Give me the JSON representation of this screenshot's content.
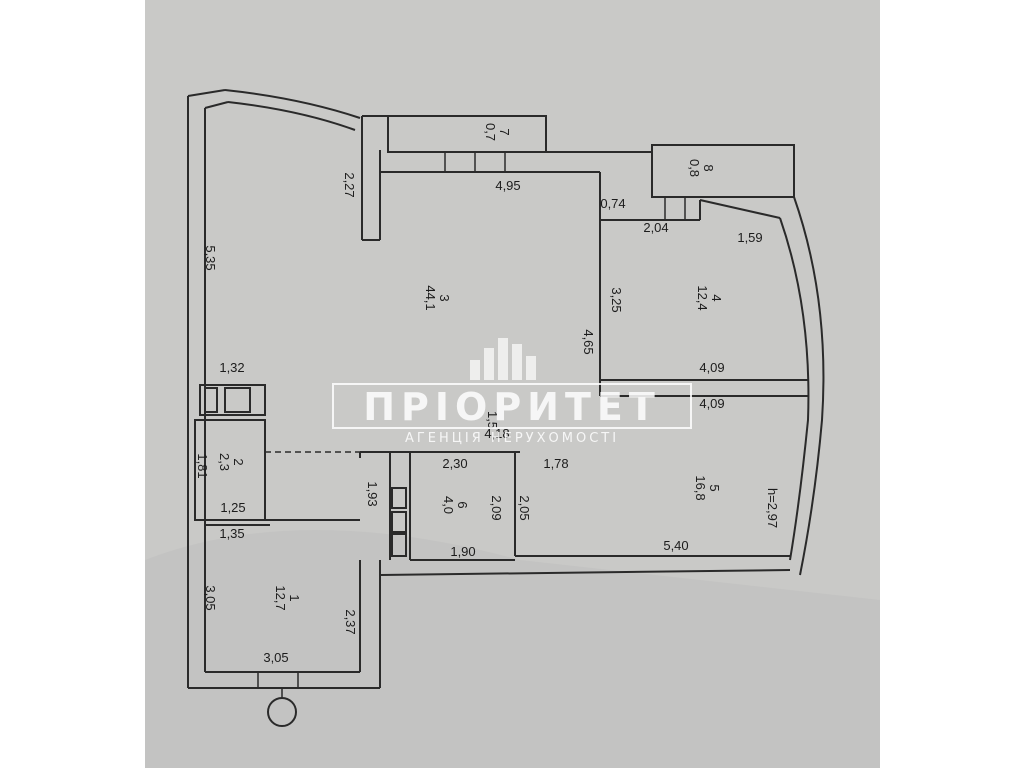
{
  "rooms": [
    {
      "id": "r1",
      "number": "1",
      "area": "12,7"
    },
    {
      "id": "r2",
      "number": "2",
      "area": "2,3"
    },
    {
      "id": "r3",
      "number": "3",
      "area": "44,1"
    },
    {
      "id": "r4",
      "number": "4",
      "area": "12,4"
    },
    {
      "id": "r5",
      "number": "5",
      "area": "16,8"
    },
    {
      "id": "r6",
      "number": "6",
      "area": "4,0"
    },
    {
      "id": "r7",
      "number": "7",
      "area": "0,7"
    },
    {
      "id": "r8",
      "number": "8",
      "area": "0,8"
    }
  ],
  "dimensions": {
    "d1": "5,35",
    "d2": "2,27",
    "d3": "4,95",
    "d4": "0,74",
    "d5": "2,04",
    "d6": "1,59",
    "d7": "3,25",
    "d8": "4,65",
    "d9": "4,09",
    "d10": "4,09",
    "d11": "1,32",
    "d12": "4,18",
    "d13": "1,81",
    "d14": "1,25",
    "d15": "2,30",
    "d16": "1,78",
    "d17": "1,93",
    "d18": "2,09",
    "d19": "2,05",
    "d20": "1,90",
    "d21": "5,40",
    "d22": "1,35",
    "d23": "3,05",
    "d24": "2,37",
    "d25": "3,05",
    "d26": "h=2,97",
    "d27": "1,5"
  },
  "watermark": {
    "title": "ПРІОРИТЕТ",
    "subtitle": "АГЕНЦІЯ НЕРУХОМОСТІ"
  }
}
